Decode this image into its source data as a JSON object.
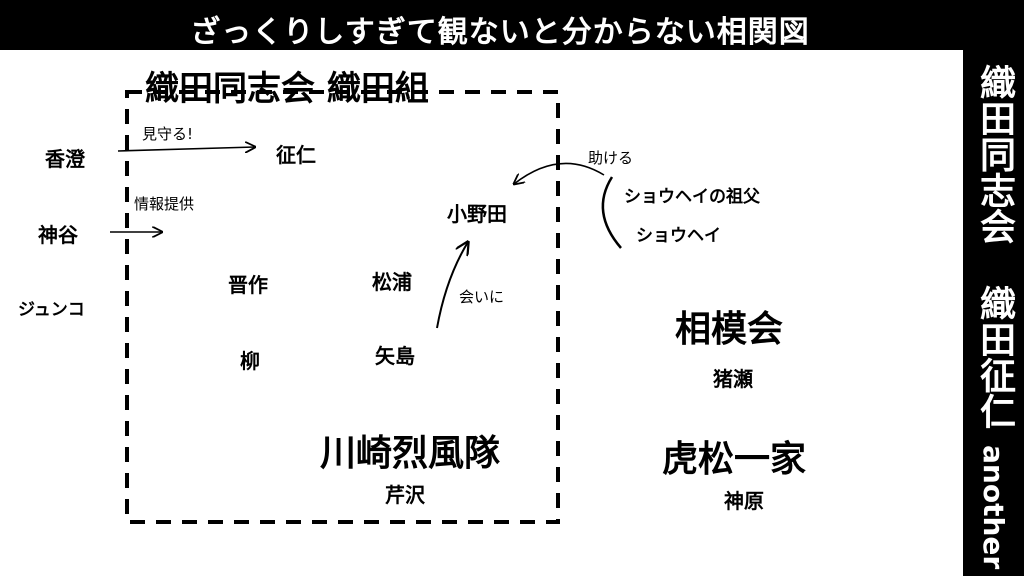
{
  "header": {
    "title": "ざっくりしすぎて観ないと分からない相関図"
  },
  "sidebar": {
    "title": "織田同志会 織田征仁",
    "subtitle": "another"
  },
  "groups": {
    "oda": "織田同志会 織田組",
    "kawasaki": "川崎烈風隊",
    "sagami": "相模会",
    "toramatsu": "虎松一家"
  },
  "people": {
    "kasumi": "香澄",
    "kamiya": "神谷",
    "junko": "ジュンコ",
    "seiji": "征仁",
    "shinsaku": "晋作",
    "yanagi": "柳",
    "matsuura": "松浦",
    "yajima": "矢島",
    "onoda": "小野田",
    "serizawa": "芹沢",
    "shohei_grandfather": "ショウヘイの祖父",
    "shohei": "ショウヘイ",
    "inose": "猪瀬",
    "kanbara": "神原"
  },
  "relations": {
    "mimamoru": "見守る!",
    "joho": "情報提供",
    "aini": "会いに",
    "tasukeru": "助ける"
  }
}
